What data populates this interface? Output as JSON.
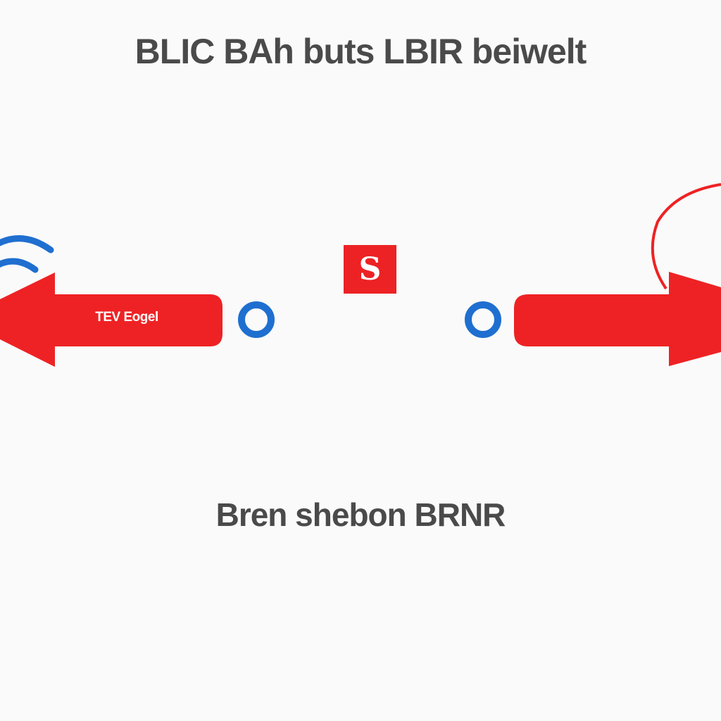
{
  "title": "BLIC BAh buts LBIR beiwelt",
  "center_badge": "S",
  "left_arrow_label": "TEV Eogel",
  "caption": "Bren shebon BRNR",
  "colors": {
    "arrow": "#ee2224",
    "node_ring": "#1f6fd0",
    "text": "#4a4a4a",
    "background": "#fafafa"
  },
  "icons": {
    "wifi": "wifi-signal-icon",
    "left_node": "ring-node-icon",
    "right_node": "ring-node-icon"
  }
}
